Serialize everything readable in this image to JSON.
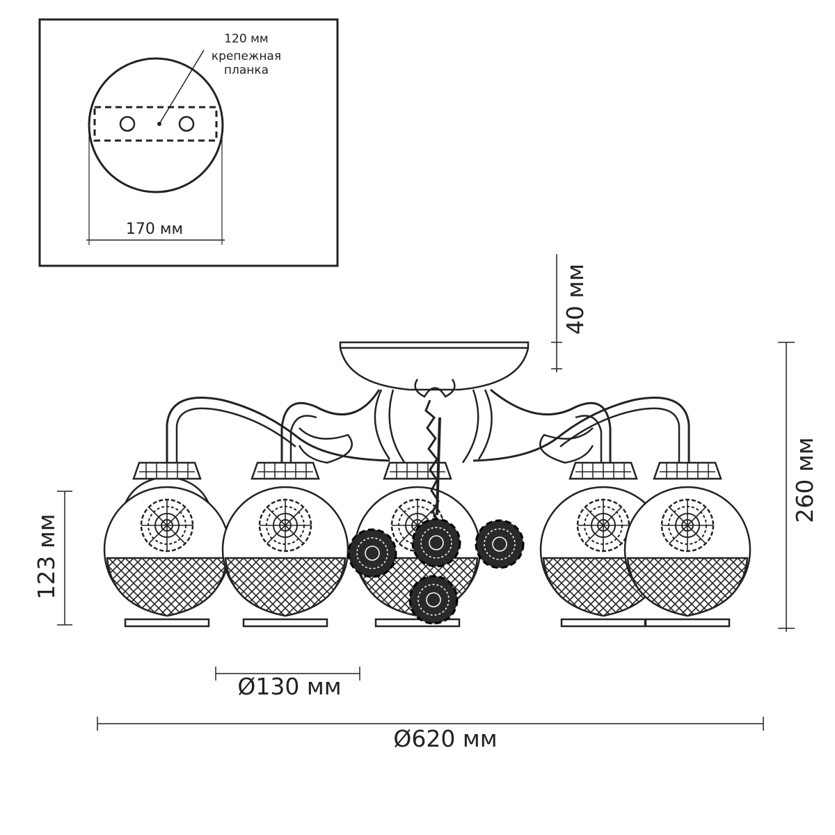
{
  "inset": {
    "bracket_width": "120 мм",
    "bracket_label_line1": "крепежная",
    "bracket_label_line2": "планка",
    "canopy_diameter": "170 мм"
  },
  "dimensions": {
    "canopy_height": "40 мм",
    "total_height": "260 мм",
    "shade_height": "123 мм",
    "shade_diameter": "Ø130 мм",
    "total_diameter": "Ø620 мм"
  },
  "colors": {
    "line": "#222222",
    "background": "#ffffff"
  }
}
